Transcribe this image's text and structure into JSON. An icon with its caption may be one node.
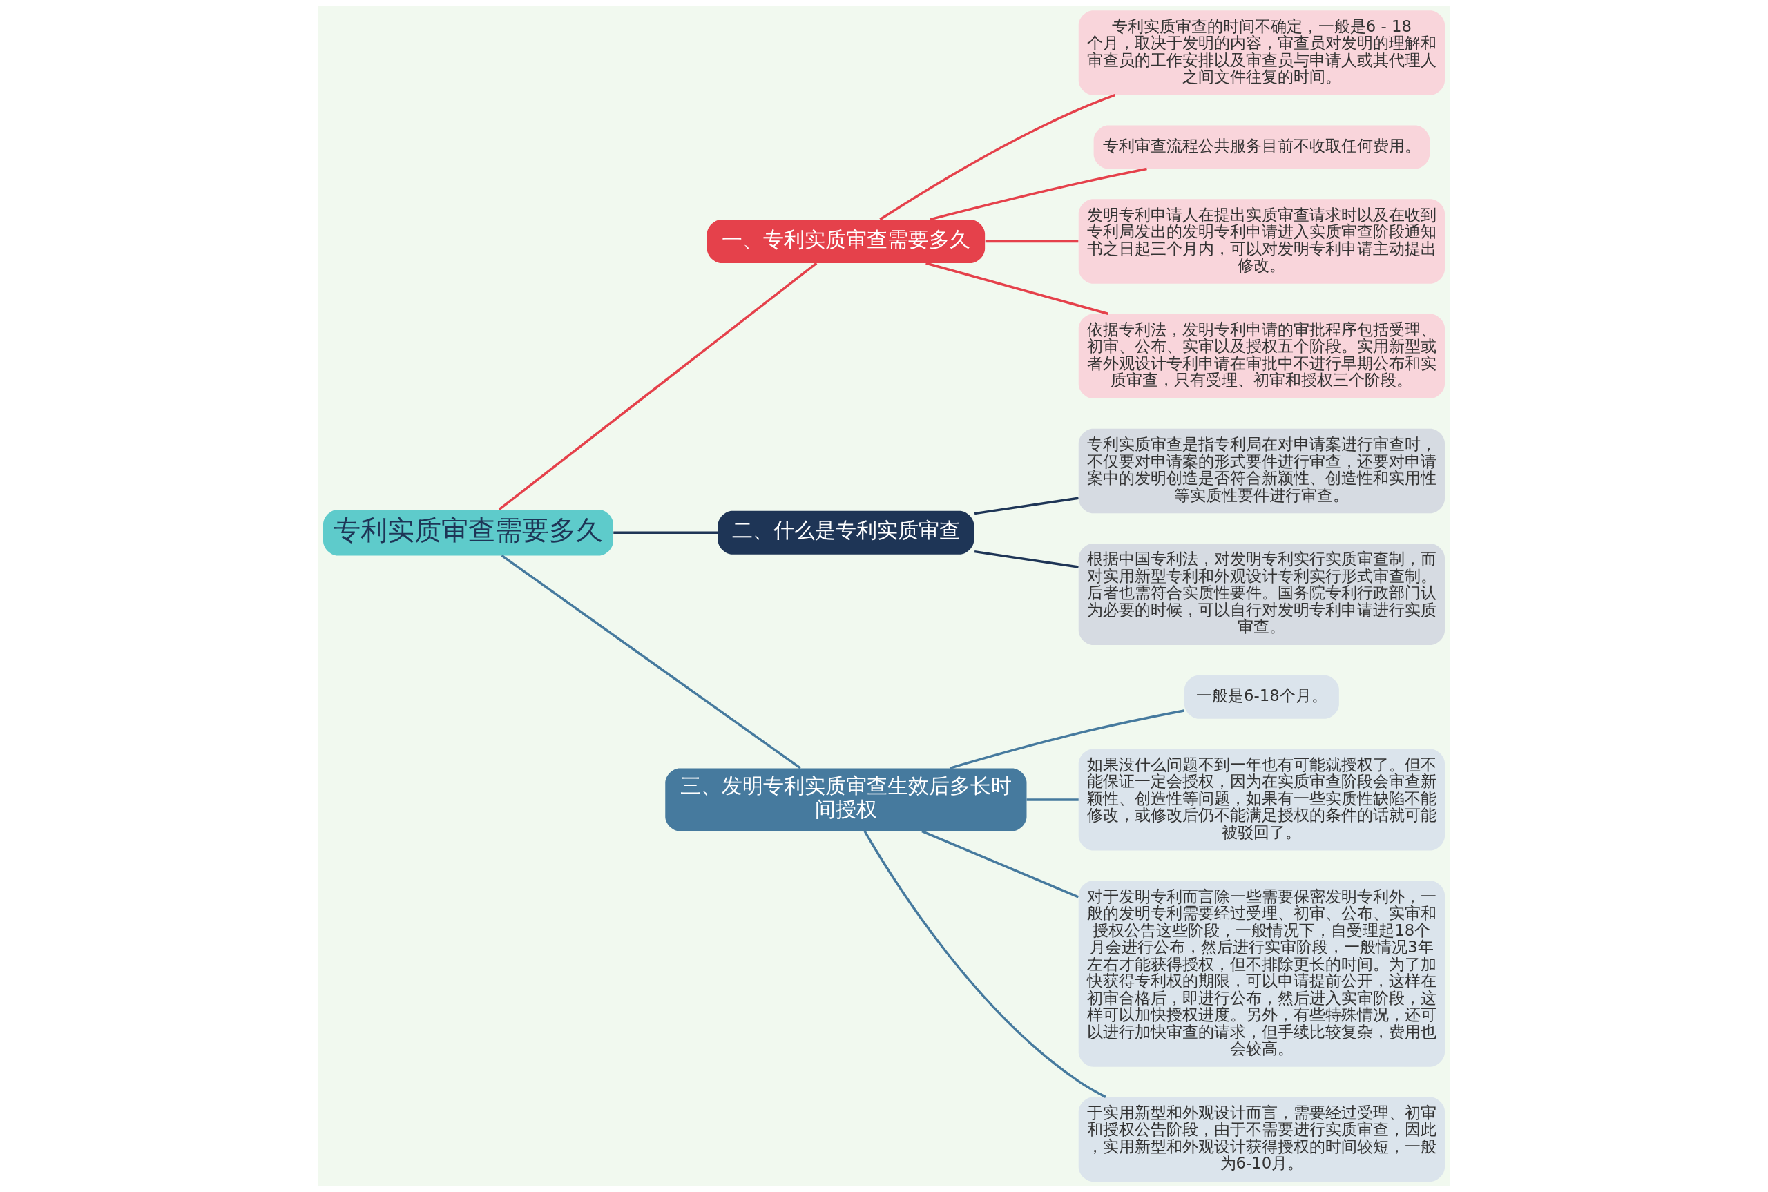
{
  "diagram": {
    "nodes": [
      {
        "text": [
          "专利实质审查需要多久"
        ]
      },
      {
        "text": [
          "一、专利实质审查需要多久"
        ]
      },
      {
        "text": [
          "专利实质审查的时间不确定，一般是6 - 18个月，取决于发明的内容，审查员对发明的理解和审查员的工作安排以及审查员与申请人或其代理人之间文件往复的时间。"
        ]
      },
      {
        "text": [
          "专利审查流程公共服务目前不收取任何费用。"
        ]
      },
      {
        "text": [
          "发明专利申请人在提出实质审查请求时以及在收到专利局发出的发明专利申请进入实质审查阶段通知书之日起三个月内，可以对发明专利申请主动提出修改。"
        ]
      },
      {
        "text": [
          "依据专利法，发明专利申请的审批程序包括受理、初审、公布、实审以及授权五个阶段。实用新型或者外观设计专利申请在审批中不进行早期公布和实质审查，只有受理、初审和授权三个阶段。"
        ]
      },
      {
        "text": [
          "二、什么是专利实质审查"
        ]
      },
      {
        "text": [
          "专利实质审查是指专利局在对申请案进行审查时，不仅要对申请案的形式要件进行审查，还要对申请案中的发明创造是否符合新颖性、创造性和实用性等实质性要件进行审查。"
        ]
      },
      {
        "text": [
          "根据中国专利法，对发明专利实行实质审查制，而对实用新型专利和外观设计专利实行形式审查制。后者也需符合实质性要件。国务院专利行政部门认为必要的时候，可以自行对发明专利申请进行实质审查。"
        ]
      },
      {
        "text": [
          "三、发明专利实质审查生效后多长时间授权"
        ]
      },
      {
        "text": [
          "一般是6-18个月。"
        ]
      },
      {
        "text": [
          "如果没什么问题不到一年也有可能就授权了。但不能保证一定会授权，因为在实质审查阶段会审查新颖性、创造性等问题，如果有一些实质性缺陷不能修改，或修改后仍不能满足授权的条件的话就可能被驳回了。"
        ]
      },
      {
        "text": [
          "对于发明专利而言除一些需要保密发明专利外，一般的发明专利需要经过受理、初审、公布、实审和授权公告这些阶段，一般情况下，自受理起18个月会进行公布，然后进行实审阶段，一般情况3年左右才能获得授权，但不排除更长的时间。为了加快获得专利权的期限，可以申请提前公开，这样在初审合格后，即进行公布，然后进入实审阶段，这样可以加快授权进度。另外，有些特殊情况，还可以进行加快审查的请求，但手续比较复杂，费用也会较高。"
        ]
      },
      {
        "text": [
          "于实用新型和外观设计而言，需要经过受理、初审和授权公告阶段，由于不需要进行实质审查，因此，实用新型和外观设计获得授权的时间较短，一般为6-10月。"
        ]
      }
    ],
    "edges": [
      {
        "from": 0,
        "to": 1,
        "arrow": "none",
        "color": "#e5414b"
      },
      {
        "from": 1,
        "to": 2,
        "arrow": "none",
        "color": "#e5414b"
      },
      {
        "from": 1,
        "to": 3,
        "arrow": "none",
        "color": "#e5414b"
      },
      {
        "from": 1,
        "to": 4,
        "arrow": "none",
        "color": "#e5414b"
      },
      {
        "from": 1,
        "to": 5,
        "arrow": "none",
        "color": "#e5414b"
      },
      {
        "from": 0,
        "to": 6,
        "arrow": "none",
        "color": "#1e3556"
      },
      {
        "from": 6,
        "to": 7,
        "arrow": "none",
        "color": "#1e3556"
      },
      {
        "from": 6,
        "to": 8,
        "arrow": "none",
        "color": "#1e3556"
      },
      {
        "from": 0,
        "to": 9,
        "arrow": "none",
        "color": "#467a9e"
      },
      {
        "from": 9,
        "to": 10,
        "arrow": "none",
        "color": "#467a9e"
      },
      {
        "from": 9,
        "to": 11,
        "arrow": "none",
        "color": "#467a9e"
      },
      {
        "from": 9,
        "to": 12,
        "arrow": "none",
        "color": "#467a9e"
      },
      {
        "from": 9,
        "to": 13,
        "arrow": "none",
        "color": "#467a9e"
      }
    ]
  }
}
